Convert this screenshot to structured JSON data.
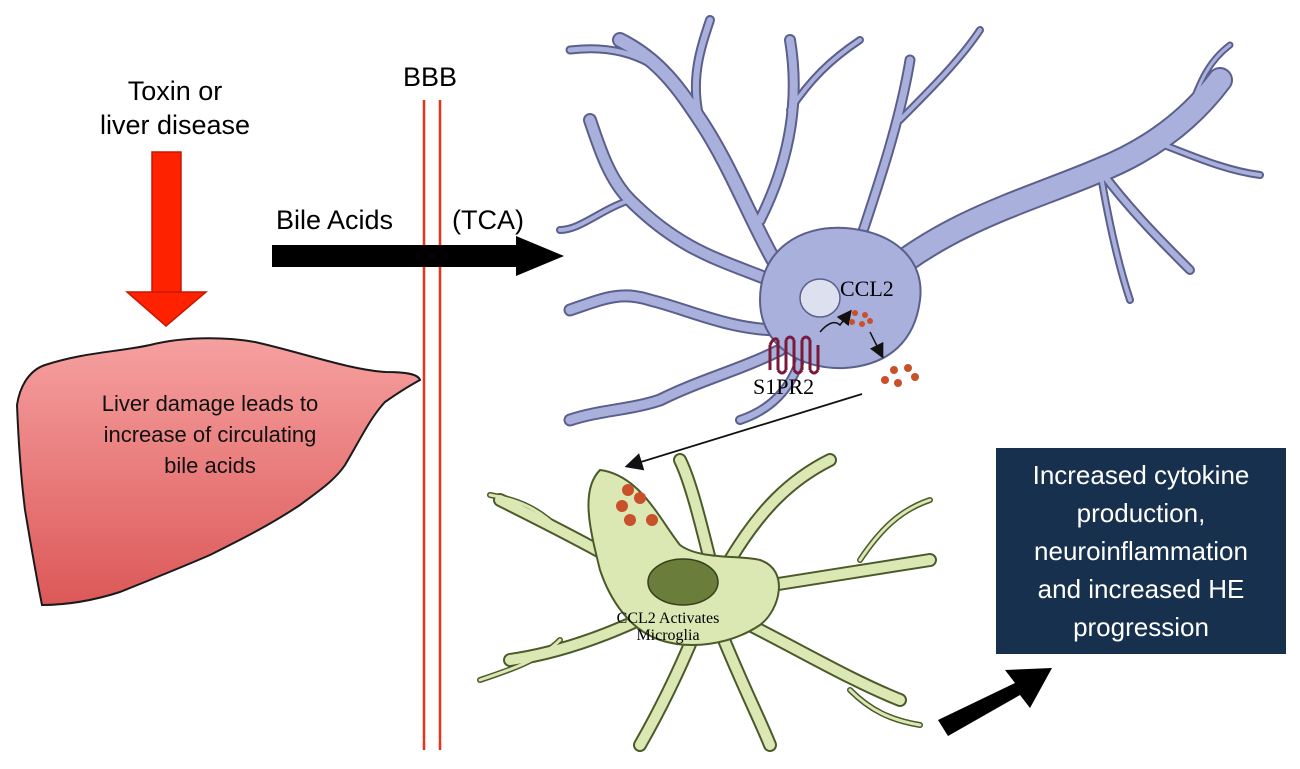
{
  "labels": {
    "trigger": [
      "Toxin or",
      "liver disease"
    ],
    "bbb": "BBB",
    "bile_acids": "Bile Acids",
    "tca": "(TCA)",
    "liver": [
      "Liver damage leads to",
      "increase of circulating",
      "bile acids"
    ],
    "ccl2": "CCL2",
    "s1pr2": "S1PR2",
    "microglia": [
      "CCL2 Activates",
      "Microglia"
    ],
    "outcome": [
      "Increased cytokine",
      "production,",
      "neuroinflammation",
      "and increased HE",
      "progression"
    ]
  },
  "colors": {
    "red_arrow": "#ff2200",
    "bbb_line": "#e8321a",
    "liver_fill": "#f07a7a",
    "neuron_fill": "#aab0dc",
    "neuron_stroke": "#5a5f8c",
    "nucleus": "#dde0ee",
    "receptor": "#7a1a3a",
    "ccl2_dots": "#c8502a",
    "microglia_fill": "#dbe8b4",
    "microglia_nucleus": "#6b7d3a",
    "outcome_box": "#17304d"
  }
}
